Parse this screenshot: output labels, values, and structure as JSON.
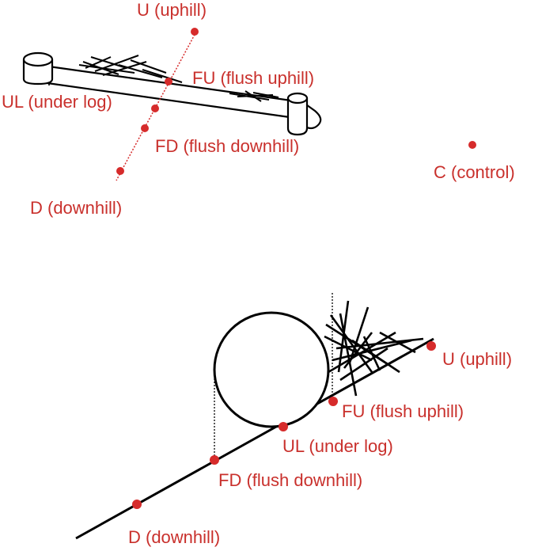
{
  "colors": {
    "point": "#d62b2b",
    "label": "#c9302c",
    "ink": "#000000"
  },
  "top_view": {
    "labels": {
      "uphill": "U (uphill)",
      "flush_uphill": "FU (flush uphill)",
      "under_log": "UL (under log)",
      "flush_downhill": "FD (flush downhill)",
      "downhill": "D (downhill)",
      "control": "C (control)"
    }
  },
  "side_view": {
    "labels": {
      "uphill": "U (uphill)",
      "flush_uphill": "FU (flush uphill)",
      "under_log": "UL (under log)",
      "flush_downhill": "FD (flush downhill)",
      "downhill": "D (downhill)"
    }
  }
}
